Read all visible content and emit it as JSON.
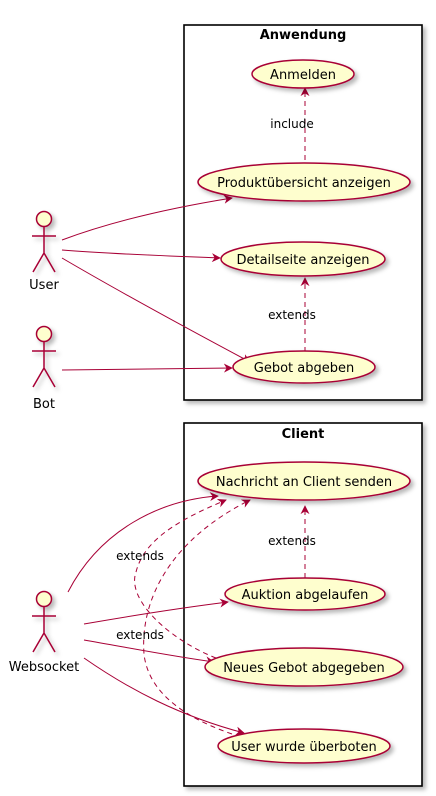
{
  "colors": {
    "usecase_fill": "#FEFECE",
    "line": "#A80036",
    "boundary": "#000000",
    "background": "#FFFFFF"
  },
  "systems": {
    "anwendung": {
      "title": "Anwendung"
    },
    "client": {
      "title": "Client"
    }
  },
  "actors": {
    "user": "User",
    "bot": "Bot",
    "websocket": "Websocket"
  },
  "usecases": {
    "anmelden": "Anmelden",
    "produktuebersicht": "Produktübersicht anzeigen",
    "detailseite": "Detailseite anzeigen",
    "gebot_abgeben": "Gebot abgeben",
    "nachricht_client": "Nachricht an Client senden",
    "auktion_abgelaufen": "Auktion abgelaufen",
    "neues_gebot": "Neues Gebot abgegeben",
    "user_ueberboten": "User wurde überboten"
  },
  "relations": {
    "include_anmelden": "include",
    "extends_gebot_detail": "extends",
    "extends_auktion_nachricht": "extends",
    "extends_neues_gebot_nachricht": "extends",
    "extends_ueberboten_nachricht": "extends"
  }
}
